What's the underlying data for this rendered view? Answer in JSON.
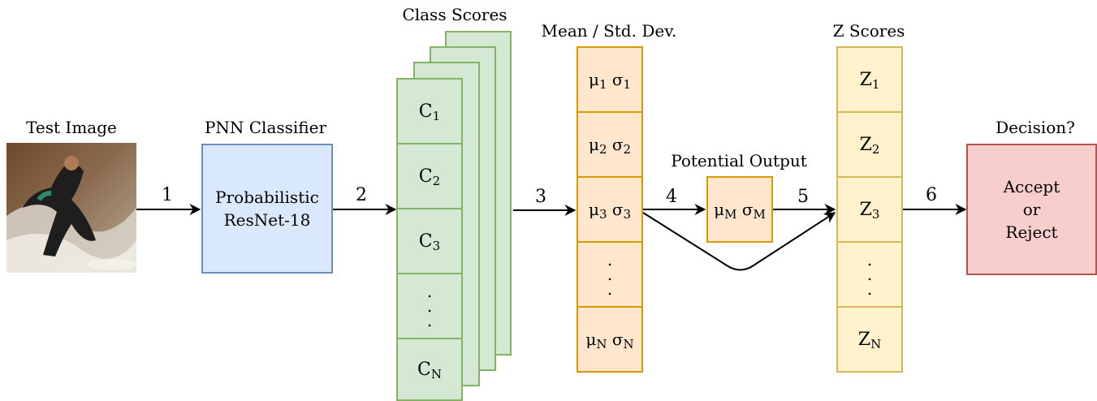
{
  "labels": {
    "test_image": "Test Image",
    "pnn_classifier": "PNN Classifier",
    "class_scores": "Class Scores",
    "mean_std": "Mean / Std. Dev.",
    "potential_output": "Potential Output",
    "z_scores": "Z Scores",
    "decision": "Decision?"
  },
  "classifier": {
    "line1": "Probabilistic",
    "line2": "ResNet-18"
  },
  "class_cells": [
    {
      "base": "C",
      "sub": "1"
    },
    {
      "base": "C",
      "sub": "2"
    },
    {
      "base": "C",
      "sub": "3"
    },
    {
      "base": "",
      "sub": ""
    },
    {
      "base": "C",
      "sub": "N"
    }
  ],
  "stat_cells": [
    {
      "mu": "μ",
      "mu_sub": "1",
      "sigma": "σ",
      "sigma_sub": "1"
    },
    {
      "mu": "μ",
      "mu_sub": "2",
      "sigma": "σ",
      "sigma_sub": "2"
    },
    {
      "mu": "μ",
      "mu_sub": "3",
      "sigma": "σ",
      "sigma_sub": "3"
    },
    {
      "mu": "",
      "mu_sub": "",
      "sigma": "",
      "sigma_sub": ""
    },
    {
      "mu": "μ",
      "mu_sub": "N",
      "sigma": "σ",
      "sigma_sub": "N"
    }
  ],
  "potential": {
    "mu": "μ",
    "mu_sub": "M",
    "sigma": "σ",
    "sigma_sub": "M"
  },
  "z_cells": [
    {
      "base": "Z",
      "sub": "1"
    },
    {
      "base": "Z",
      "sub": "2"
    },
    {
      "base": "Z",
      "sub": "3"
    },
    {
      "base": "",
      "sub": ""
    },
    {
      "base": "Z",
      "sub": "N"
    }
  ],
  "decision": {
    "line1": "Accept",
    "line2": "or",
    "line3": "Reject"
  },
  "steps": [
    "1",
    "2",
    "3",
    "4",
    "5",
    "6"
  ],
  "dots": "."
}
